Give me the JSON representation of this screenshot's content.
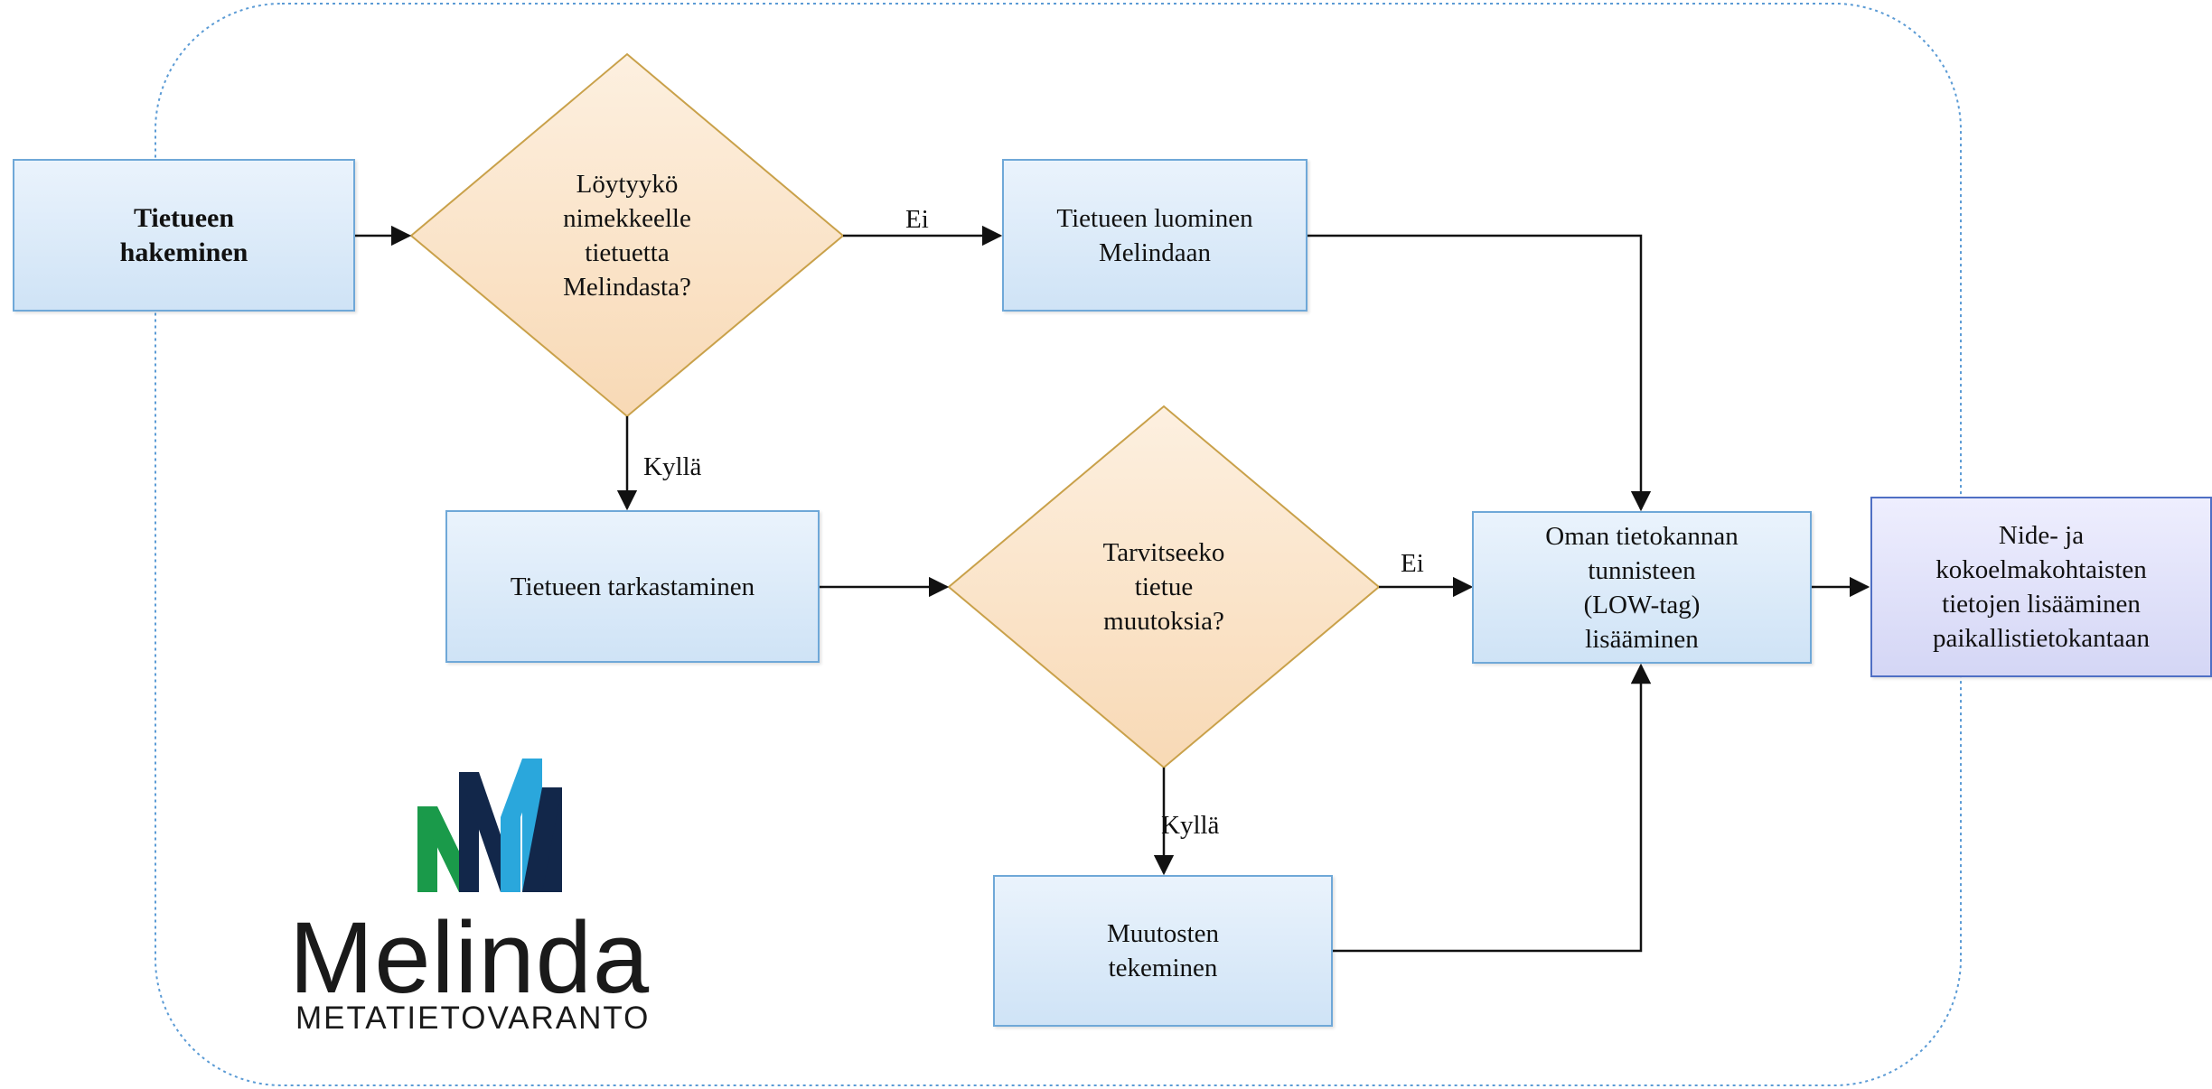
{
  "nodes": {
    "start": [
      "Tietueen",
      "hakeminen"
    ],
    "decision_found": [
      "Löytyykö",
      "nimekkeelle",
      "tietuetta",
      "Melindasta?"
    ],
    "create_record": [
      "Tietueen luominen",
      "Melindaan"
    ],
    "check_record": [
      "Tietueen tarkastaminen"
    ],
    "decision_changes": [
      "Tarvitseeko",
      "tietue",
      "muutoksia?"
    ],
    "add_low_tag": [
      "Oman tietokannan",
      "tunnisteen",
      "(LOW-tag)",
      "lisääminen"
    ],
    "make_changes": [
      "Muutosten",
      "tekeminen"
    ],
    "final": [
      "Nide- ja",
      "kokoelmakohtaisten",
      "tietojen lisääminen",
      "paikallistietokantaan"
    ]
  },
  "edges": {
    "found_no": "Ei",
    "found_yes": "Kyllä",
    "changes_no": "Ei",
    "changes_yes": "Kyllä"
  },
  "logo": {
    "name": "Melinda",
    "subtitle": "METATIETOVARANTO"
  },
  "colors": {
    "process_border": "#6fa8d8",
    "process_fill": "#d9e9f8",
    "decision_border": "#c9a14a",
    "decision_fill": "#fbe3c8",
    "final_border": "#4f6fc4",
    "final_fill": "#e0e1f8",
    "group_border": "#5b9bd5",
    "logo_green": "#1a9a4a",
    "logo_blue": "#2aa7dc",
    "logo_navy": "#12274a"
  }
}
